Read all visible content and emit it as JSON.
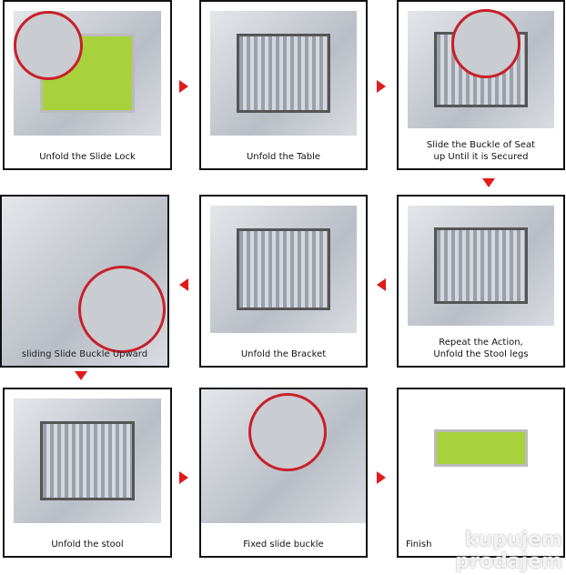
{
  "steps": [
    {
      "caption": "Unfold the Slide Lock"
    },
    {
      "caption": "Unfold the Table"
    },
    {
      "caption": "Slide the Buckle of Seat up Until it is Secured"
    },
    {
      "caption": "Repeat the Action, Unfold the Stool legs"
    },
    {
      "caption": "Unfold the Bracket"
    },
    {
      "caption": "sliding Slide Buckle Upward"
    },
    {
      "caption": "Unfold the stool"
    },
    {
      "caption": "Fixed slide buckle"
    },
    {
      "caption": "Finish"
    }
  ],
  "watermark": {
    "line1": "kupujem",
    "line2": "prodajem"
  },
  "colors": {
    "arrow": "#e01b1b",
    "highlight_circle": "#c8202a",
    "table_top": "#a8d23c"
  }
}
